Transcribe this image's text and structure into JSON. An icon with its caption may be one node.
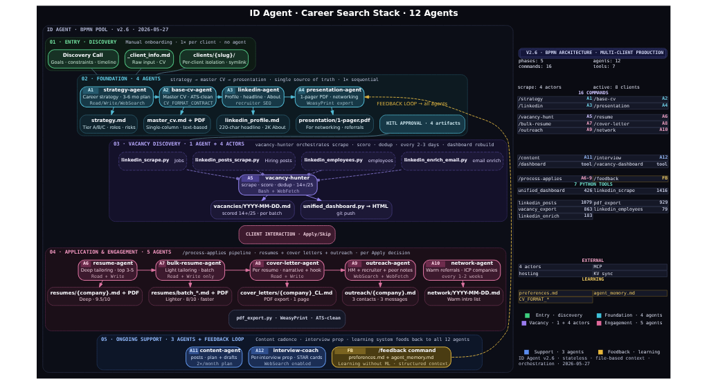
{
  "diagram": {
    "title": "ID Agent · Career Search Stack · 12 Agents",
    "nodes": [
      {
        "text": [
          "ID AGENT · BPMN POOL · v2.6 · 2026-05-27"
        ]
      },
      {
        "text": [
          "01 · ENTRY · DISCOVERY",
          "Manual onboarding · 1× per client · no agent"
        ],
        "in": 0
      },
      {
        "text": [
          "Discovery Call",
          "Goals · constraints · timeline"
        ],
        "in": 1
      },
      {
        "text": [
          "_client_info.md",
          "Raw input · CV"
        ],
        "in": 1
      },
      {
        "text": [
          "clients/{slug}/",
          "Per-client isolation · symlink"
        ],
        "in": 1
      },
      {
        "text": [
          "02 · FOUNDATION · 4 AGENTS",
          "strategy → master CV → presentation · single source of truth · 1× sequential"
        ],
        "in": 0
      },
      {
        "text": [
          "A1",
          "strategy-agent",
          "Career strategy · 3-6 mo plan",
          "Read/Write/WebSearch"
        ],
        "in": 5
      },
      {
        "text": [
          "A2",
          "base-cv-agent",
          "Master CV · ATS-clean",
          "CV_FORMAT_CONTRACT"
        ],
        "in": 5
      },
      {
        "text": [
          "A3",
          "linkedin-agent",
          "Profile · headline · About",
          "recruiter SEO"
        ],
        "in": 5
      },
      {
        "text": [
          "A4",
          "presentation-agent",
          "1-pager PDF · networking",
          "WeasyPrint export"
        ],
        "in": 5
      },
      {
        "text": [
          "strategy.md",
          "Tier A/B/C · roles · risks"
        ],
        "in": 5
      },
      {
        "text": [
          "master_cv.md + PDF",
          "Single-column · text-based"
        ],
        "in": 5
      },
      {
        "text": [
          "linkedin_profile.md",
          "220-char headline · 2K About"
        ],
        "in": 5
      },
      {
        "text": [
          "presentation/1-pager.pdf",
          "For networking · referrals"
        ],
        "in": 5
      },
      {
        "text": [
          "HITL APPROVAL · 4 artifacts"
        ],
        "in": 5
      },
      {
        "text": [
          "03 · VACANCY DISCOVERY · 1 AGENT + 4 ACTORS",
          "vacancy-hunter orchestrates scrape · score · dedup · every 2-3 days · dashboard rebuild"
        ],
        "in": 0
      },
      {
        "text": [
          "linkedin_scrape.py",
          "Jobs"
        ],
        "in": 15
      },
      {
        "text": [
          "A5",
          "vacancy-hunter",
          "scrape · score · dedup · 14+/25",
          "Bash + WebFetch"
        ],
        "in": 15
      },
      {
        "text": [
          "linkedin_employees.py",
          "employees"
        ],
        "in": 15
      },
      {
        "text": [
          "linkedin_posts_scrape.py",
          "Hiring posts"
        ],
        "in": 15
      },
      {
        "text": [
          "linkedin_enrich_email.py",
          "email enrich"
        ],
        "in": 15
      },
      {
        "text": [
          "vacancies/YYYY-MM-DD.md",
          "scored 14+/25 · per batch"
        ],
        "in": 15
      },
      {
        "text": [
          "unified_dashboard.py → HTML",
          "git push"
        ],
        "in": 15
      },
      {
        "text": [
          "CLIENT INTERACTION · Apply/Skip"
        ],
        "in": 0
      },
      {
        "text": [
          "04 · APPLICATION & ENGAGEMENT · 5 AGENTS",
          "/process-applies pipeline · resumes + cover letters + outreach · per Apply decision"
        ],
        "in": 0
      },
      {
        "text": [
          "A6",
          "resume-agent",
          "Deep tailoring · top 3-5",
          "Read + Write"
        ],
        "in": 24
      },
      {
        "text": [
          "A7",
          "bulk-resume-agent",
          "Light tailoring · batch",
          "Read + Write only"
        ],
        "in": 24
      },
      {
        "text": [
          "A8",
          "cover-letter-agent",
          "Per resume · narrative + hook",
          "Read + Write"
        ],
        "in": 24
      },
      {
        "text": [
          "A9",
          "outreach-agent",
          "HM + recruiter + peer notes",
          "WebSearch + WebFetch"
        ],
        "in": 24
      },
      {
        "text": [
          "A10",
          "network-agent",
          "Warm referrals · ICP companies",
          "every 1-2 weeks"
        ],
        "in": 24
      },
      {
        "text": [
          "resumes/{company}.md + PDF",
          "Deep · 9.5/10"
        ],
        "in": 24
      },
      {
        "text": [
          "resumes/batch_*.md + PDF",
          "Lighter · 8/10 · faster"
        ],
        "in": 24
      },
      {
        "text": [
          "cover_letters/{company}_CL.md",
          "PDF export · 1 page"
        ],
        "in": 24
      },
      {
        "text": [
          "outreach/{company}.md",
          "3 contacts · 3 messages"
        ],
        "in": 24
      },
      {
        "text": [
          "network/YYYY-MM-DD.md",
          "Warm intro list"
        ],
        "in": 24
      },
      {
        "text": [
          "pdf_export.py · WeasyPrint · ATS-clean"
        ],
        "in": 24
      },
      {
        "text": [
          "05 · ONGOING SUPPORT · 3 AGENTS + FEEDBACK LOOP",
          "Content cadence · interview prep · learning system feeds back to all 12 agents"
        ],
        "in": 0
      },
      {
        "text": [
          "A11",
          "content-agent",
          "posts · plan + drafts",
          "2×/month plan"
        ],
        "in": 36
      },
      {
        "text": [
          "A12",
          "interview-coach",
          "Per-interview prep · STAR cards",
          "WebSearch enabled"
        ],
        "in": 36
      },
      {
        "text": [
          "FB",
          "/feedback command",
          "preferences.md + agent_memory.md",
          "Learning without ML · structured context"
        ],
        "in": 36
      }
    ],
    "edges": [
      {
        "from": 2,
        "to": 5,
        "arrow": "none",
        "color": "#4a6a7a"
      },
      {
        "from": 3,
        "to": 5,
        "arrow": "none",
        "color": "#4a6a7a"
      },
      {
        "from": 4,
        "to": 5,
        "arrow": "none",
        "color": "#4a6a7a"
      },
      {
        "from": 6,
        "to": 7,
        "arrow": "to",
        "color": "#52bcd6"
      },
      {
        "from": 7,
        "to": 8,
        "arrow": "to",
        "color": "#52bcd6"
      },
      {
        "from": 8,
        "to": 9,
        "arrow": "to",
        "color": "#52bcd6"
      },
      {
        "from": 6,
        "to": 10,
        "arrow": "to",
        "color": "#52bcd6"
      },
      {
        "from": 7,
        "to": 11,
        "arrow": "to",
        "color": "#52bcd6"
      },
      {
        "from": 8,
        "to": 12,
        "arrow": "to",
        "color": "#52bcd6"
      },
      {
        "from": 9,
        "to": 13,
        "arrow": "to",
        "color": "#52bcd6"
      },
      {
        "from": 14,
        "to": 15,
        "arrow": "none",
        "color": "#4a6a7a"
      },
      {
        "from": 16,
        "to": 17,
        "arrow": "other",
        "style": "dashed",
        "color": "#7a6ec0"
      },
      {
        "from": 19,
        "to": 17,
        "arrow": "other",
        "style": "dashed",
        "color": "#7a6ec0"
      },
      {
        "from": 18,
        "to": 17,
        "arrow": "other",
        "style": "dashed",
        "color": "#7a6ec0"
      },
      {
        "from": 20,
        "to": 17,
        "arrow": "other",
        "style": "dashed",
        "color": "#7a6ec0"
      },
      {
        "from": 17,
        "to": 21,
        "arrow": "to",
        "color": "#9384ee"
      },
      {
        "from": 17,
        "to": 22,
        "arrow": "to",
        "color": "#9384ee"
      },
      {
        "from": 25,
        "to": 26,
        "arrow": "to",
        "color": "#dc73a0"
      },
      {
        "from": 26,
        "to": 27,
        "arrow": "to",
        "color": "#dc73a0"
      },
      {
        "from": 27,
        "to": 28,
        "arrow": "to",
        "color": "#dc73a0"
      },
      {
        "from": 25,
        "to": 30,
        "arrow": "to",
        "color": "#dc73a0"
      },
      {
        "from": 26,
        "to": 31,
        "arrow": "to",
        "color": "#dc73a0"
      },
      {
        "from": 27,
        "to": 32,
        "arrow": "to",
        "color": "#dc73a0"
      },
      {
        "from": 28,
        "to": 33,
        "arrow": "to",
        "color": "#dc73a0"
      },
      {
        "from": 29,
        "to": 34,
        "arrow": "to",
        "color": "#dc73a0"
      },
      {
        "from": 39,
        "to": 9,
        "arrow": "to",
        "style": "dashed",
        "color": "#d8b040",
        "label": "FEEDBACK LOOP → all agents"
      }
    ],
    "labels": [
      "V2.6 · BPMN ARCHITECTURE · MULTI-CLIENT PRODUCTION",
      "phases: 5",
      "agents: 12",
      "commands: 16",
      "tools: 7",
      "scrape: 4 actors",
      "active: 8 clients",
      "16 COMMANDS",
      "/strategy",
      "A1",
      "/base-cv",
      "A2",
      "/linkedin",
      "A3",
      "/presentation",
      "A4",
      "/vacancy-hunt",
      "A5",
      "/resume",
      "A6",
      "/bulk-resume",
      "A7",
      "/cover-letter",
      "A8",
      "/outreach",
      "A9",
      "/network",
      "A10",
      "/content",
      "A11",
      "/interview",
      "A12",
      "/dashboard",
      "tool",
      "/vacancy-dashboard",
      "tool",
      "/process-applies",
      "A6-9",
      "/feedback",
      "FB",
      "7 PYTHON TOOLS",
      "unified_dashboard",
      "426",
      "linkedin_scrape",
      "1416",
      "linkedin_posts",
      "1079",
      "pdf_export",
      "929",
      "vacancy_export",
      "863",
      "linkedin_employees",
      "79",
      "linkedin_enrich",
      "183",
      "EXTERNAL",
      "4 actors",
      "MCP",
      "hosting",
      "KV sync",
      "LEARNING",
      "preferences.md",
      "agent_memory.md",
      "CV_FORMAT_*",
      "ID Agent v2.6 · stateless · file-based context · orchestration · 2026-05-27"
    ],
    "legend": [
      {
        "text": "Entry · discovery",
        "color": "#3ecf7e"
      },
      {
        "text": "Foundation · 4 agents",
        "color": "#3fc1d9"
      },
      {
        "text": "Vacancy · 1 + 4 actors",
        "color": "#9b7cf0"
      },
      {
        "text": "Engagement · 5 agents",
        "color": "#e0699b"
      },
      {
        "text": "Support · 3 agents",
        "color": "#5b8def"
      },
      {
        "text": "Feedback · learning",
        "color": "#e8b73a"
      }
    ]
  }
}
